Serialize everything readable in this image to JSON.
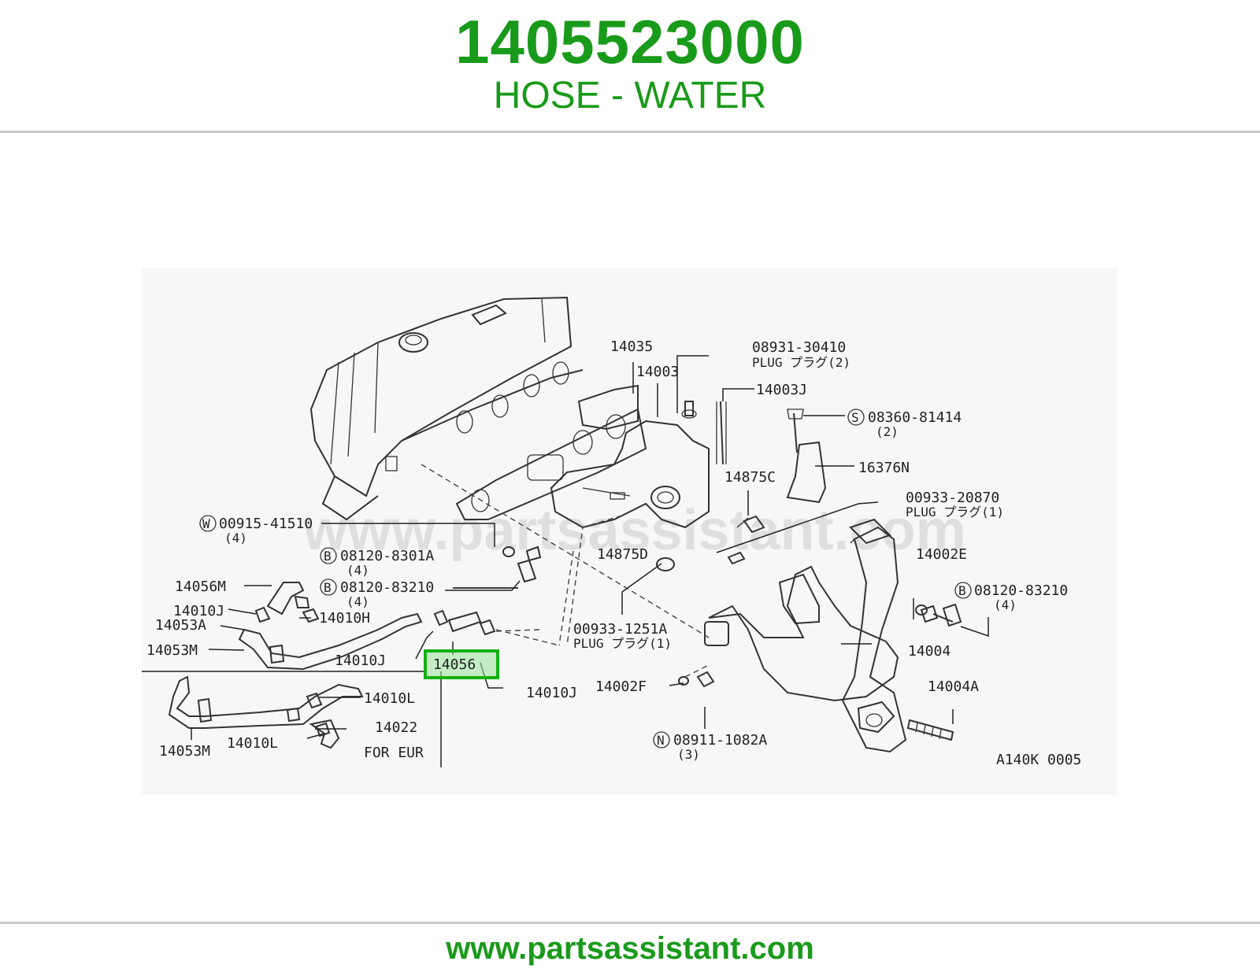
{
  "header": {
    "part_number": "1405523000",
    "part_name": "HOSE - WATER"
  },
  "footer": {
    "url": "www.partsassistant.com"
  },
  "diagram": {
    "watermark": "www.partsassistant.com",
    "drawing_code": "A140K 0005",
    "highlighted_part": "14056",
    "labels": {
      "l_14035": "14035",
      "l_14003": "14003",
      "l_08931": "08931-30410",
      "l_plug2": "PLUG プラグ(2)",
      "l_14003J": "14003J",
      "l_08360": "08360-81414",
      "l_08360_qty": "(2)",
      "l_16376N": "16376N",
      "l_14875C": "14875C",
      "l_00933_20870": "00933-20870",
      "l_plug1a": "PLUG プラグ(1)",
      "l_00915": "00915-41510",
      "l_00915_qty": "(4)",
      "l_08120_8301A": "08120-8301A",
      "l_08120_8301A_qty": "(4)",
      "l_08120_83210a": "08120-83210",
      "l_08120_83210a_qty": "(4)",
      "l_14875D": "14875D",
      "l_14002E": "14002E",
      "l_08120_83210b": "08120-83210",
      "l_08120_83210b_qty": "(4)",
      "l_14056M": "14056M",
      "l_14010Ja": "14010J",
      "l_14010H": "14010H",
      "l_14053A": "14053A",
      "l_14053Ma": "14053M",
      "l_14010Jb": "14010J",
      "l_14056": "14056",
      "l_14010Jc": "14010J",
      "l_00933_1251A": "00933-1251A",
      "l_plug1b": "PLUG プラグ(1)",
      "l_14004": "14004",
      "l_14002F": "14002F",
      "l_14004A": "14004A",
      "l_14010La": "14010L",
      "l_14022": "14022",
      "l_14053Mb": "14053M",
      "l_14010Lb": "14010L",
      "l_for_eur": "FOR EUR",
      "l_08911": "08911-1082A",
      "l_08911_qty": "(3)"
    },
    "circled_letters": {
      "s": "S",
      "w": "W",
      "b1": "B",
      "b2": "B",
      "b3": "B",
      "n": "N"
    }
  }
}
